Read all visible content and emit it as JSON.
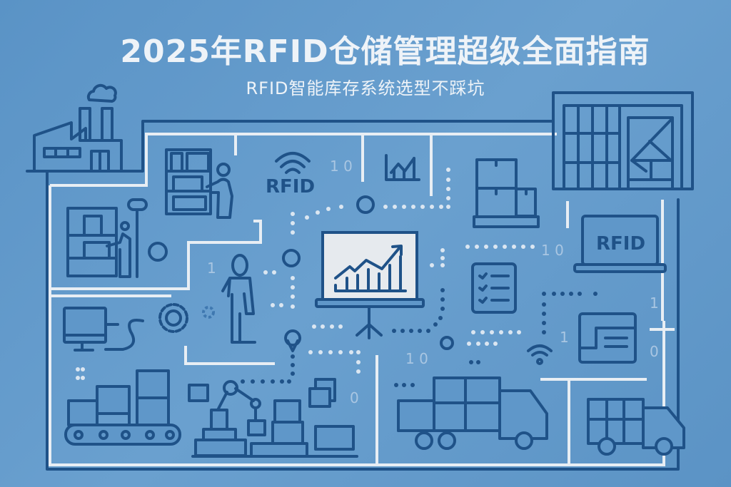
{
  "header": {
    "title": "2025年RFID仓储管理超级全面指南",
    "subtitle": "RFID智能库存系统选型不踩坑"
  },
  "labels": {
    "rfid_tag": "RFID",
    "laptop_screen": "RFID"
  },
  "binary_digits": {
    "d1": "1 0",
    "d2": "1",
    "d3": "1 0",
    "d4": "1 0",
    "d5": "0",
    "d6": "1",
    "d7": "1",
    "d8": "0"
  },
  "icons": [
    "factory-icon",
    "cloud-icon",
    "warehouse-building-icon",
    "shelf-worker-icon",
    "rfid-wifi-icon",
    "bar-chart-icon",
    "pallet-boxes-icon",
    "laptop-rfid-icon",
    "checklist-icon",
    "presentation-chart-icon",
    "person-icon",
    "computer-monitor-icon",
    "gear-icon",
    "conveyor-belt-icon",
    "robot-arm-icon",
    "delivery-truck-icon",
    "small-truck-icon",
    "wifi-signal-icon",
    "document-panel-icon",
    "location-pin-icon"
  ],
  "colors": {
    "background": "#5b93c5",
    "stroke": "#1f5288",
    "wall": "#e8eef4",
    "fill": "#6a9fcf",
    "screen": "#e6eaee"
  }
}
